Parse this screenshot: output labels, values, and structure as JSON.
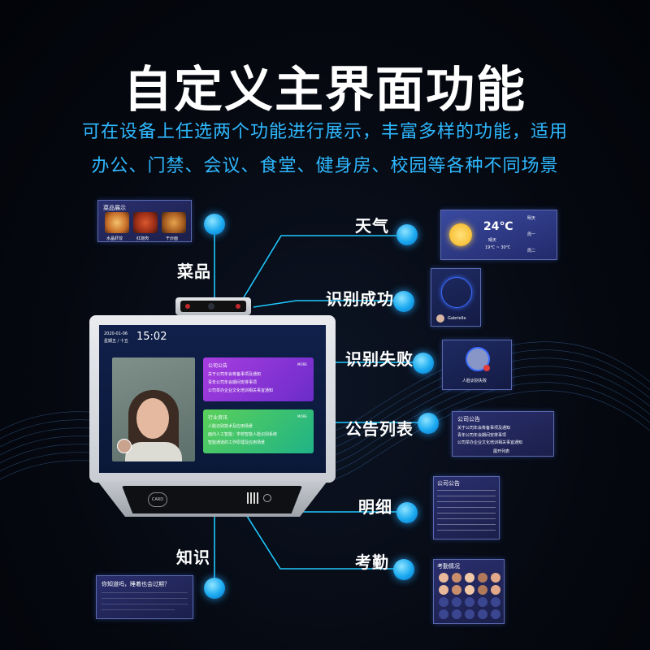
{
  "heading": {
    "title": "自定义主界面功能",
    "subtitle_line1": "可在设备上任选两个功能进行展示，丰富多样的功能，适用",
    "subtitle_line2": "办公、门禁、会议、食堂、健身房、校园等各种不同场景"
  },
  "features": {
    "menu": "菜品",
    "weather": "天气",
    "success": "识别成功",
    "failure": "识别失败",
    "notice_list": "公告列表",
    "detail": "明细",
    "knowledge": "知识",
    "attendance": "考勤"
  },
  "device": {
    "date": "2020-01-06",
    "weekday": "星期五 / 十五",
    "time": "15:02",
    "card_label": "CARD",
    "company_notice": "公司公告",
    "industry_news": "行业资讯",
    "more": "MORE",
    "notice_items": [
      "关于公司年会筹备事项及通知",
      "青年公司年会期间安排事项",
      "公司举办企业文化培训相关事宜通知"
    ],
    "news_items": [
      "人脸识别技术及应用场景",
      "面向人工智能：学校智能人脸识别系统",
      "智能通道的工作原理及应用场景"
    ]
  },
  "thumbs": {
    "menu_title": "菜品展示",
    "menu_dishes": [
      "水晶虾饺",
      "红烧肉",
      "干炒面"
    ],
    "weather_temp": "24℃",
    "weather_cond": "晴天",
    "weather_range": "19℃ ~ 30℃",
    "weather_days": [
      "明天",
      "周一",
      "周二"
    ],
    "success_name": "Gabrielle",
    "failure_label": "人脸识别失败",
    "notice_title": "公司公告",
    "notice_items": [
      "关于公司年会筹备事项及通知",
      "青年公司年会期间安排事项",
      "公司举办企业文化培训相关事宜通知"
    ],
    "notice_expand": "展开列表",
    "detail_title": "公司公告",
    "knowledge_title": "你知道吗，睡着也会过期？",
    "attendance_title": "考勤情况"
  },
  "colors": {
    "accent": "#2fb8ff",
    "line": "#1fc8ff",
    "purple": "#a83de0",
    "green": "#3fc47a"
  }
}
